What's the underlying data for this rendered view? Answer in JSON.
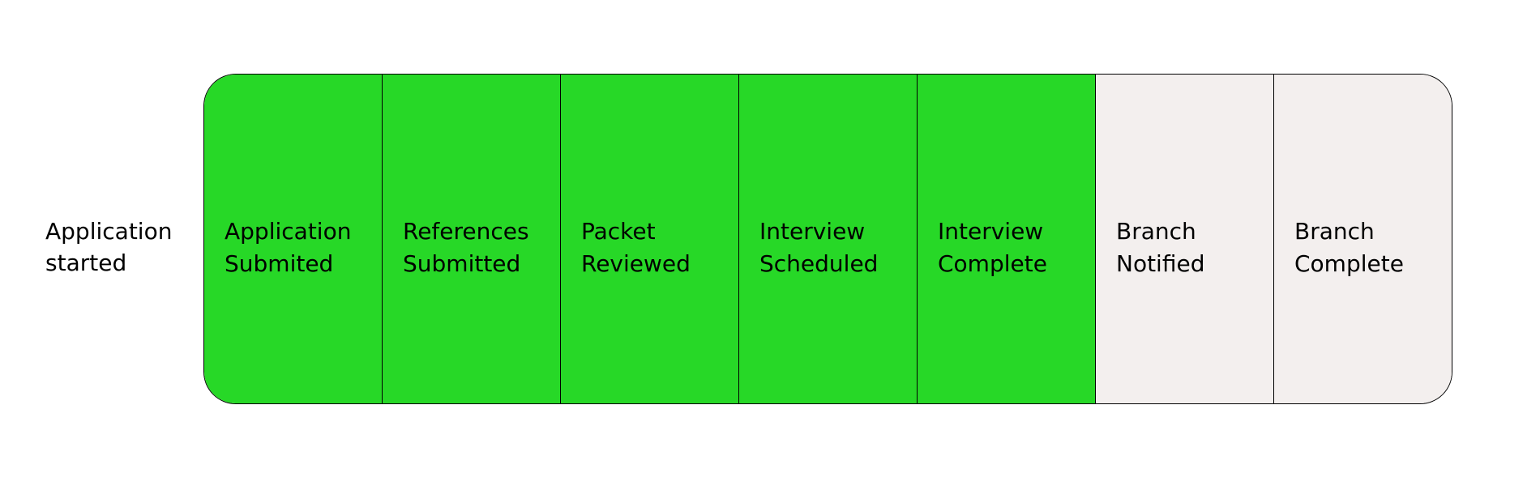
{
  "colors": {
    "completed": "#27d827",
    "pending": "#f3efee",
    "border": "#000000"
  },
  "start_label": "Application\nstarted",
  "steps": [
    {
      "label": "Application\nSubmited",
      "status": "completed"
    },
    {
      "label": "References\nSubmitted",
      "status": "completed"
    },
    {
      "label": "Packet\nReviewed",
      "status": "completed"
    },
    {
      "label": "Interview\nScheduled",
      "status": "completed"
    },
    {
      "label": "Interview\nComplete",
      "status": "completed"
    },
    {
      "label": "Branch\nNotified",
      "status": "pending"
    },
    {
      "label": "Branch\nComplete",
      "status": "pending"
    }
  ]
}
